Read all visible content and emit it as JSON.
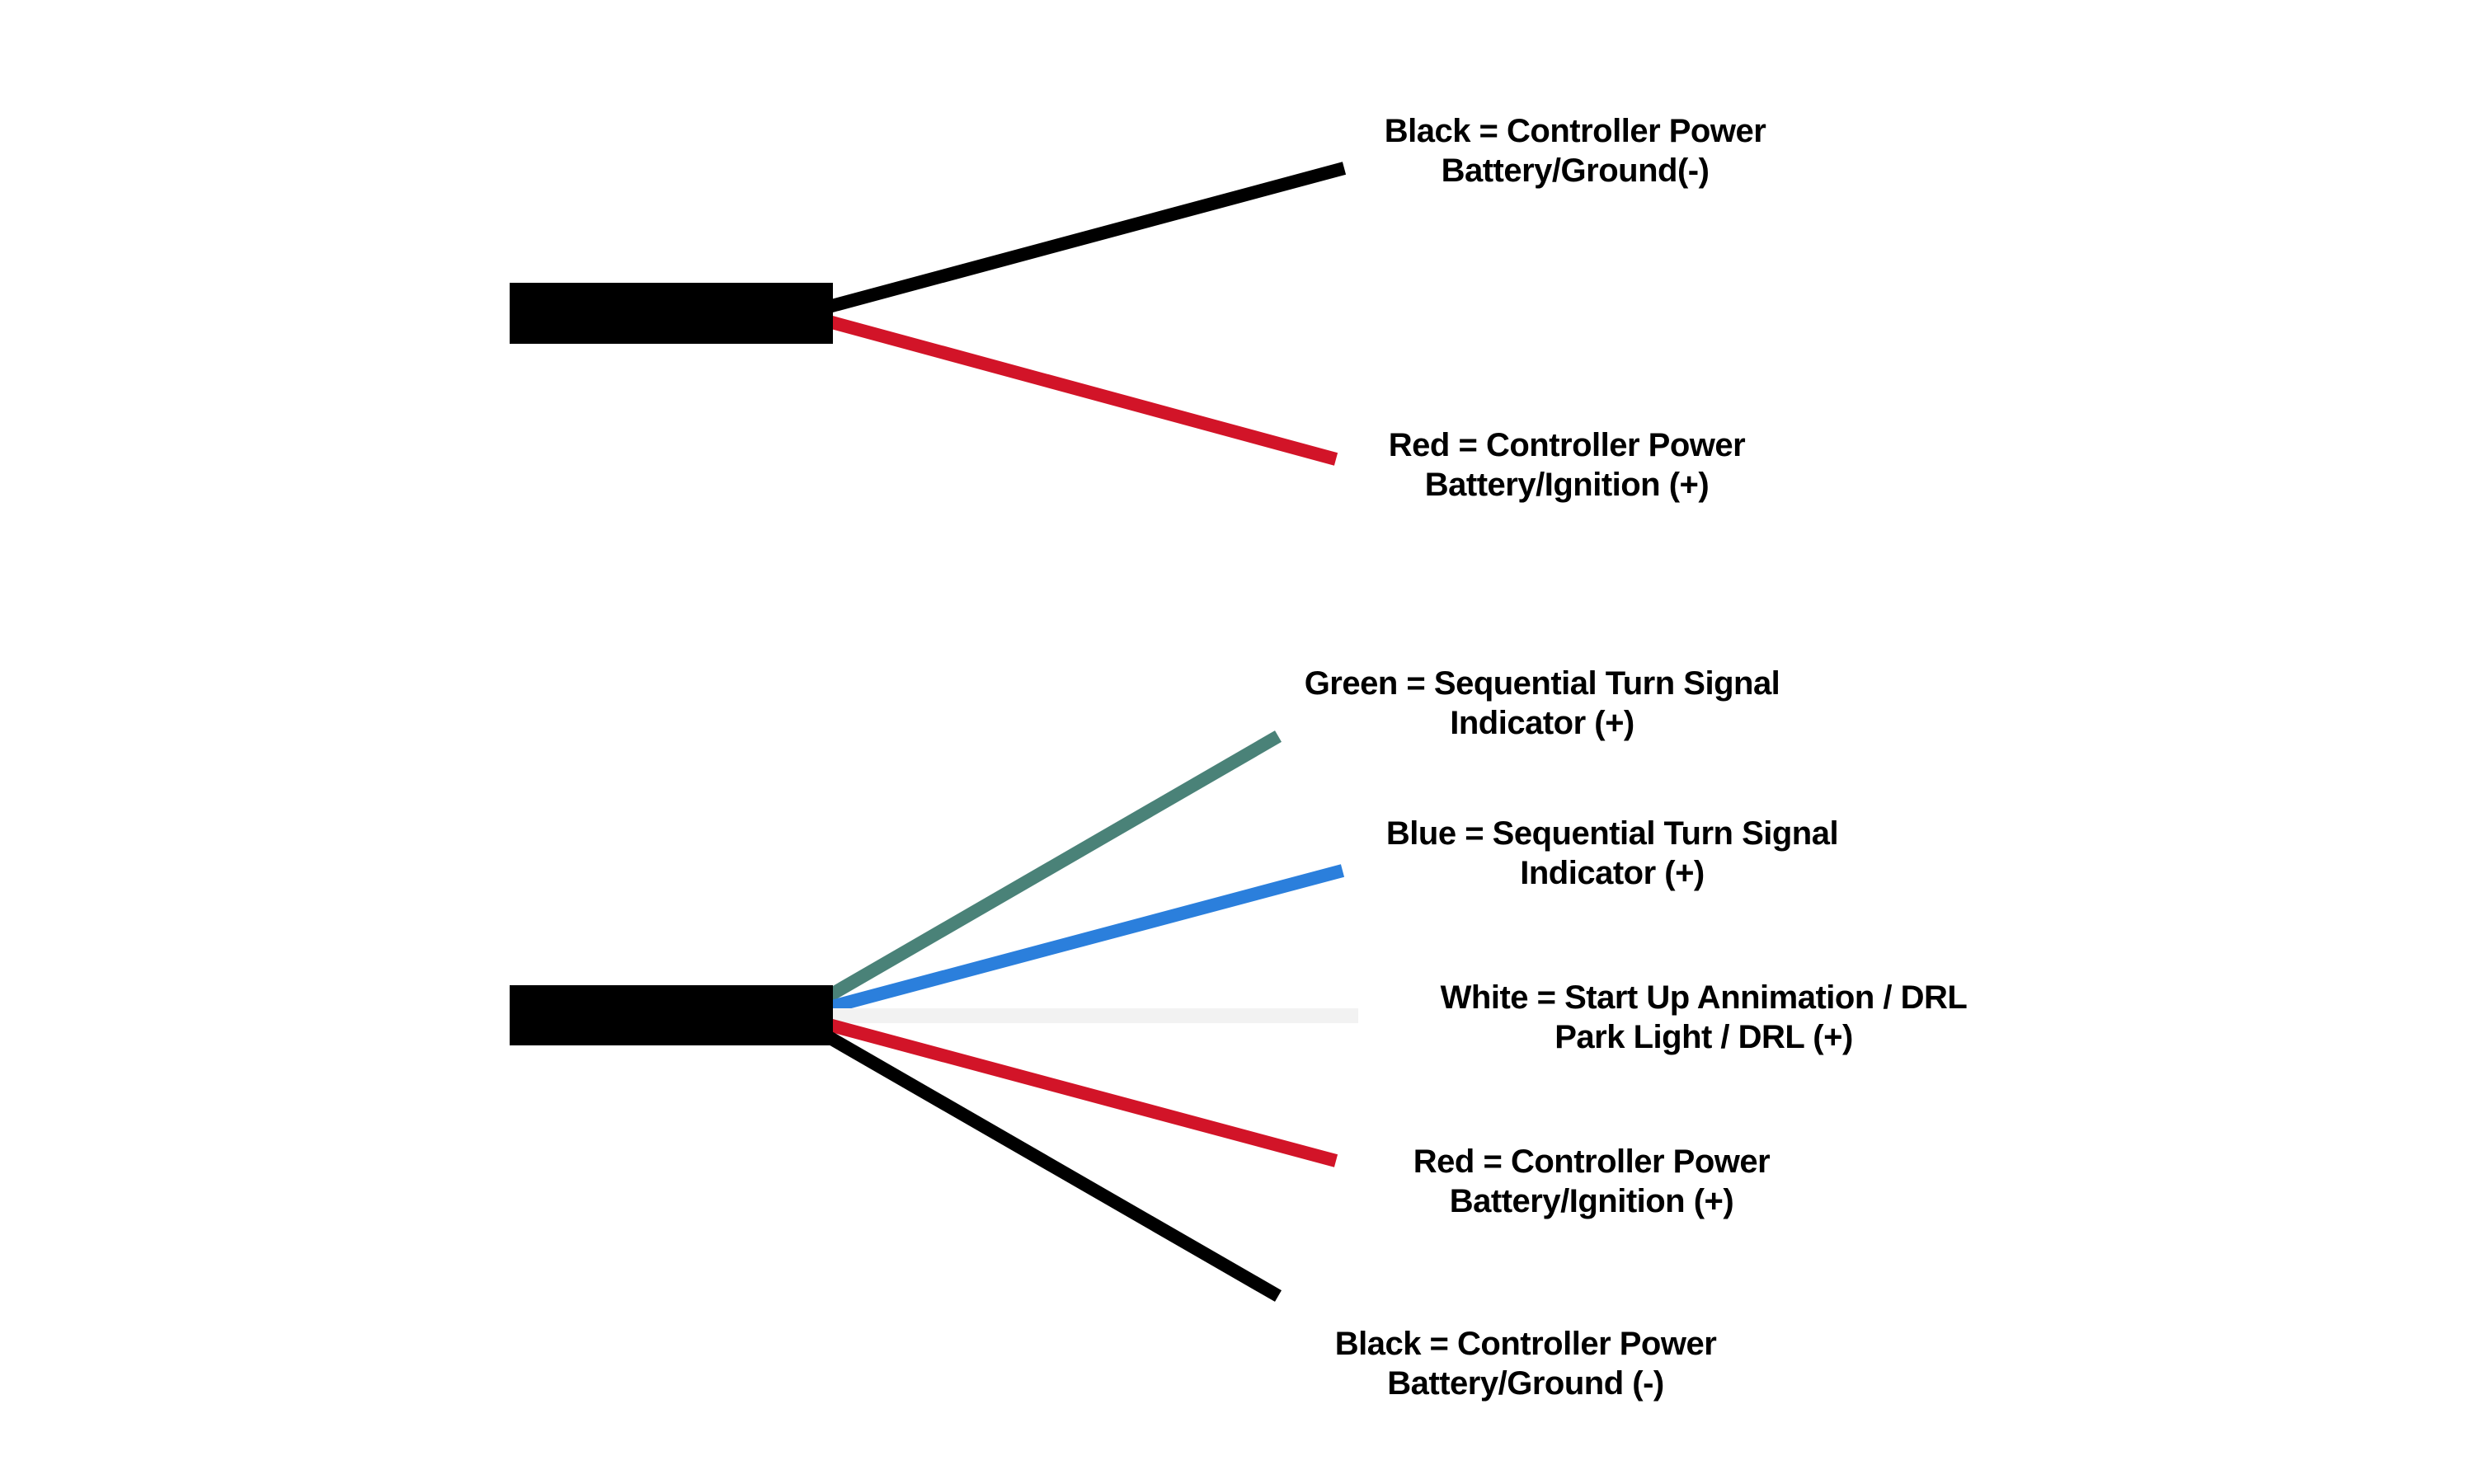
{
  "diagram": {
    "type": "wiring-diagram",
    "colors": {
      "background": "#ffffff",
      "cable_jacket": "#000000",
      "black": "#000000",
      "red": "#d21428",
      "green": "#4a8278",
      "blue": "#2b7fdc",
      "white": "#f2f2f2",
      "text": "#000000"
    },
    "connectors": [
      {
        "id": "two-wire-harness",
        "wires": [
          {
            "color_name": "black",
            "label_line1": "Black = Controller Power",
            "label_line2": "Battery/Ground(-)"
          },
          {
            "color_name": "red",
            "label_line1": "Red = Controller Power",
            "label_line2": "Battery/Ignition (+)"
          }
        ]
      },
      {
        "id": "five-wire-harness",
        "wires": [
          {
            "color_name": "green",
            "label_line1": "Green = Sequential Turn Signal",
            "label_line2": "Indicator (+)"
          },
          {
            "color_name": "blue",
            "label_line1": "Blue = Sequential Turn Signal",
            "label_line2": "Indicator (+)"
          },
          {
            "color_name": "white",
            "label_line1": "White = Start Up Annimation / DRL",
            "label_line2": "Park Light / DRL (+)"
          },
          {
            "color_name": "red",
            "label_line1": "Red = Controller Power",
            "label_line2": "Battery/Ignition (+)"
          },
          {
            "color_name": "black",
            "label_line1": "Black = Controller Power",
            "label_line2": "Battery/Ground (-)"
          }
        ]
      }
    ]
  }
}
